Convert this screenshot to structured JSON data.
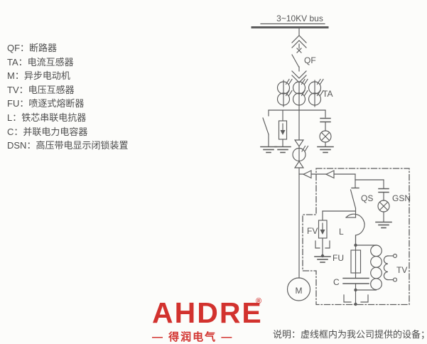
{
  "legend": {
    "items": [
      {
        "label": "QF：断路器"
      },
      {
        "label": "TA：电流互感器"
      },
      {
        "label": "M：异步电动机"
      },
      {
        "label": "TV：电压互感器"
      },
      {
        "label": "FU：喷逐式熔断器"
      },
      {
        "label": "L：铁芯串联电抗器"
      },
      {
        "label": "C：并联电力电容器"
      },
      {
        "label": "DSN：高压带电显示闭锁装置"
      }
    ]
  },
  "diagram": {
    "bus_label": "3~10KV bus",
    "component_labels": {
      "qf": "QF",
      "ta": "TA",
      "qs": "QS",
      "gsn": "GSN",
      "fv": "FV",
      "l": "L",
      "fu": "FU",
      "c": "C",
      "tv": "TV",
      "m": "M"
    }
  },
  "footer": {
    "brand": "AHDRE",
    "registered_mark": "®",
    "brand_cn": "— 得润电气 —",
    "note": "说明：虚线框内为我公司提供的设备；"
  },
  "colors": {
    "brand_red": "#d2322e",
    "line_gray": "#5d5d5d",
    "text_gray": "#4d4d4d"
  }
}
